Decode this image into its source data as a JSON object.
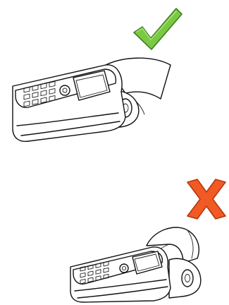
{
  "figure": {
    "panels": [
      {
        "id": "correct",
        "mark": "check-mark-icon",
        "mark_color": "#7ac943",
        "mark_stroke": "#3f7f1e",
        "subject": "payment-terminal-icon",
        "paper_roll": "paper-feeds-out-from-under-roll"
      },
      {
        "id": "incorrect",
        "mark": "cross-mark-icon",
        "mark_color": "#f15a24",
        "mark_stroke": "#b8350e",
        "subject": "payment-terminal-icon",
        "paper_roll": "paper-feeds-out-over-roll"
      }
    ]
  }
}
